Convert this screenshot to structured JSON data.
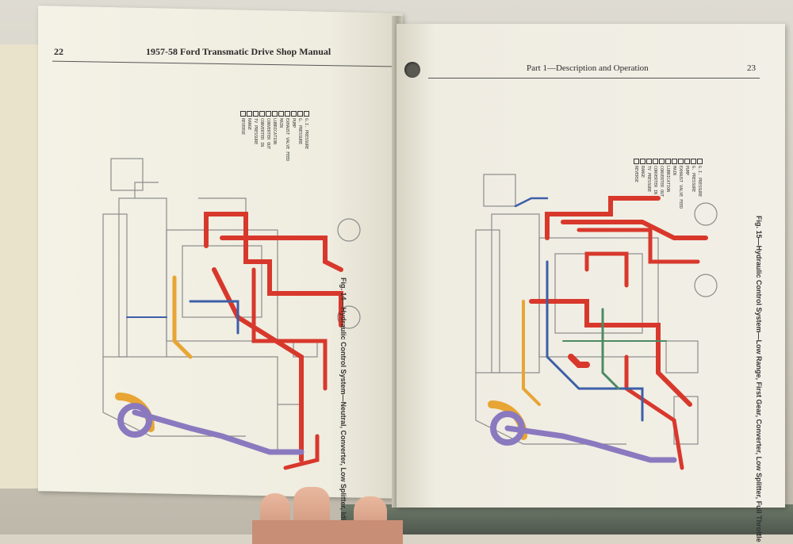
{
  "left_page": {
    "page_number": "22",
    "running_title": "1957-58 Ford Transmatic Drive Shop Manual",
    "figure_caption": "Fig. 14—Hydraulic Control System—Neutral, Converter, Low Splitter, Idle",
    "legend": [
      "G.I. PRESSURE",
      "G. PRESSURE",
      "PUMP",
      "EXHAUST VALVE FEED",
      "MAIN",
      "LUBRICATION",
      "CONVERTER OUT",
      "CONVERTER IN",
      "TV PRESSURE",
      "RANGE",
      "REVERSE"
    ]
  },
  "right_page": {
    "page_number": "23",
    "running_title": "Part 1—Description and Operation",
    "figure_caption": "Fig. 15—Hydraulic Control System—Low Range, First Gear, Converter, Low Splitter, Full Throttle",
    "legend": [
      "G.I. PRESSURE",
      "G. PRESSURE",
      "PUMP",
      "EXHAUST VALVE FEED",
      "MAIN",
      "LUBRICATION",
      "CONVERTER OUT",
      "CONVERTER IN",
      "TV PRESSURE",
      "RANGE",
      "REVERSE"
    ]
  },
  "colors": {
    "red_line": "#d8382c",
    "orange_line": "#e8a533",
    "purple_line": "#8b79bf",
    "blue_line": "#3c5fa8",
    "green_line": "#4d8a63",
    "gray_line": "#8c8c8c",
    "paper": "#f2efe6"
  }
}
